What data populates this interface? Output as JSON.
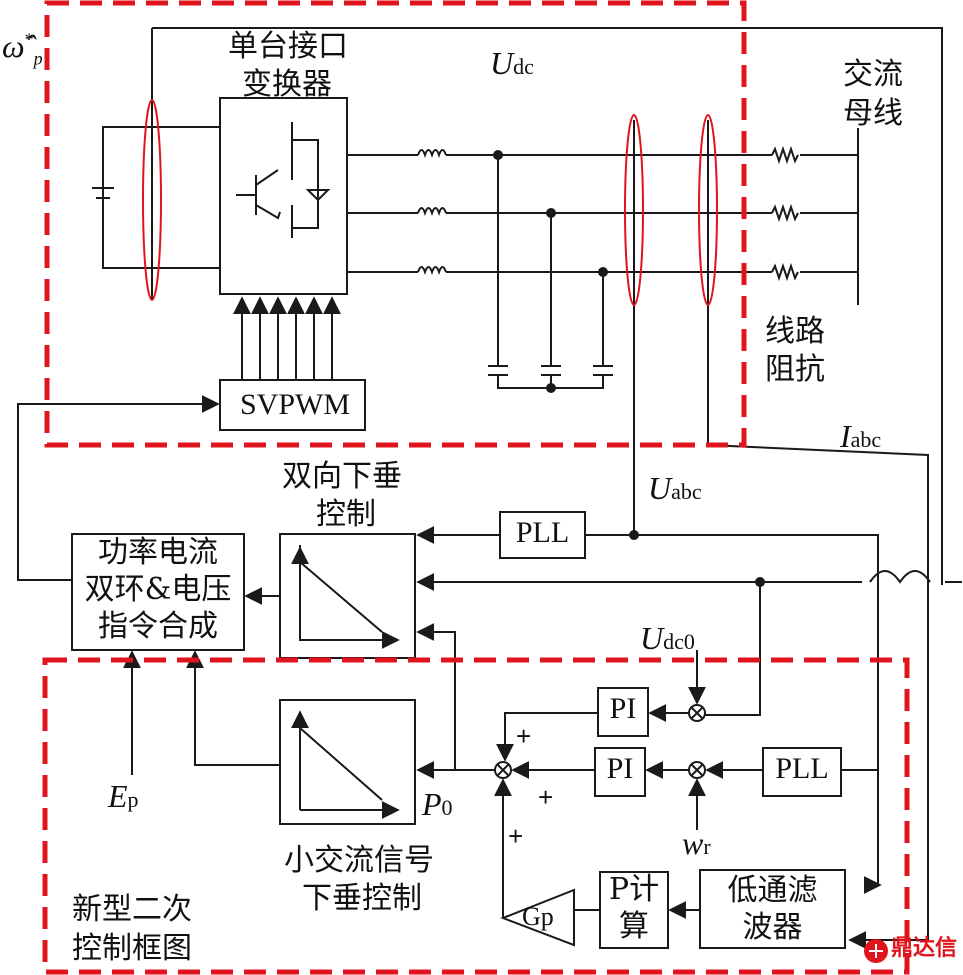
{
  "labels": {
    "omega": "ω̂",
    "omega_sup": "*",
    "omega_sub": "p",
    "converter_line1": "单台接口",
    "converter_line2": "变换器",
    "udc": "U",
    "udc_sub": "dc",
    "ac_bus_line1": "交流",
    "ac_bus_line2": "母线",
    "line_imp_line1": "线路",
    "line_imp_line2": "阻抗",
    "iabc": "I",
    "iabc_sub": "abc",
    "uabc": "U",
    "uabc_sub": "abc",
    "bidir_line1": "双向下垂",
    "bidir_line2": "控制",
    "udc0": "U",
    "udc0_sub": "dc0",
    "ep": "E",
    "ep_sub": "p",
    "p0": "P",
    "p0_sub": "0",
    "wr": "w",
    "wr_sub": "r",
    "small_ac_line1": "小交流信号",
    "small_ac_line2": "下垂控制",
    "new_ctrl_line1": "新型二次",
    "new_ctrl_line2": "控制框图",
    "watermark": "鼎达信",
    "plus": "+"
  },
  "blocks": {
    "svpwm": "SVPWM",
    "pll_top": "PLL",
    "pll_bottom": "PLL",
    "pi_top": "PI",
    "pi_bottom": "PI",
    "power_current_line1": "功率电流",
    "power_current_line2": "双环&电压",
    "power_current_line3": "指令合成",
    "p_calc_line1": "P计",
    "p_calc_line2": "算",
    "lpf_line1": "低通滤",
    "lpf_line2": "波器",
    "gp": "Gp"
  },
  "colors": {
    "dashed_border": "#e0141c",
    "ellipse": "#e0141c",
    "line": "#1a1a1a"
  }
}
